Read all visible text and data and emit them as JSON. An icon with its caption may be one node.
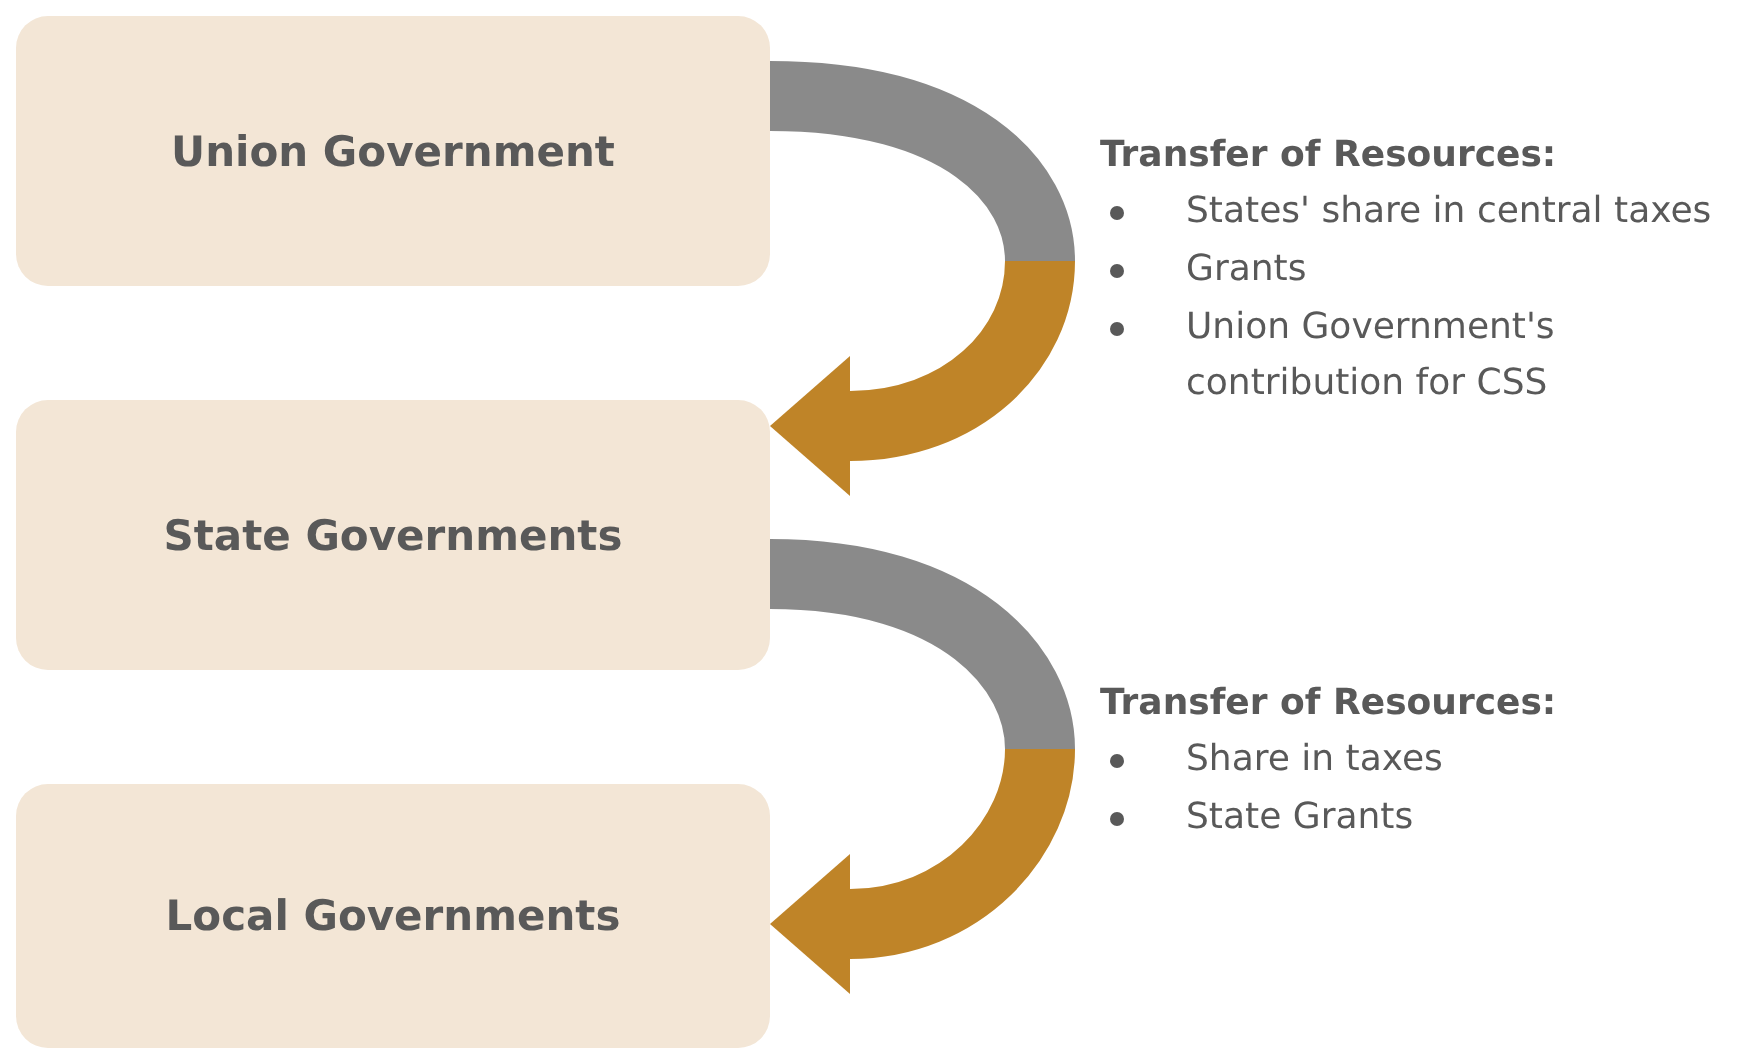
{
  "diagram": {
    "nodes": [
      {
        "text": [
          "Union Government"
        ]
      },
      {
        "text": [
          "State Governments"
        ]
      },
      {
        "text": [
          "Local Governments"
        ]
      }
    ],
    "edges": [
      {
        "from": 0,
        "to": 1,
        "arrow": "to"
      },
      {
        "from": 1,
        "to": 2,
        "arrow": "to"
      }
    ],
    "labels": [
      "Transfer of Resources:",
      "States' share in central taxes",
      "Grants",
      "Union Government's contribution for CSS",
      "Transfer of Resources:",
      "Share in taxes",
      "State Grants"
    ]
  }
}
